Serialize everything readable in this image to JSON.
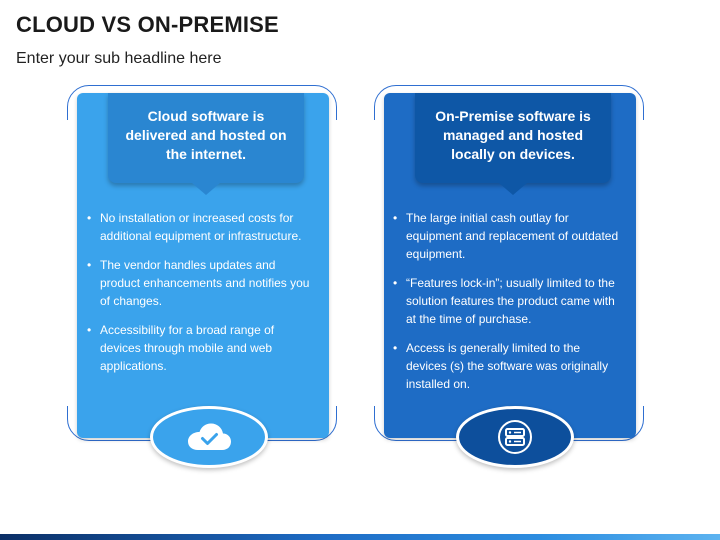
{
  "header": {
    "title": "CLOUD VS ON-PREMISE",
    "subtitle": "Enter your sub headline here"
  },
  "cards": [
    {
      "id": "cloud",
      "heading": "Cloud software is delivered and hosted on the internet.",
      "bullets": [
        "No installation or increased costs for additional equipment or infrastructure.",
        "The vendor handles updates and product enhancements and notifies you of changes.",
        "Accessibility for a broad range of devices through mobile and web applications."
      ],
      "icon": "cloud-check-icon"
    },
    {
      "id": "onprem",
      "heading": "On-Premise software is managed and hosted locally on devices.",
      "bullets": [
        "The large initial cash outlay for equipment and replacement of outdated equipment.",
        "“Features lock-in”; usually limited to the solution features the product came with at the time of purchase.",
        "Access is generally limited to the devices (s) the software was originally installed on."
      ],
      "icon": "server-icon"
    }
  ],
  "colors": {
    "cloud_card": "#3aa3ec",
    "cloud_callout": "#2a86d1",
    "onprem_card": "#1e6cc5",
    "onprem_callout": "#0e57a6",
    "bracket": "#2f6fd1"
  }
}
